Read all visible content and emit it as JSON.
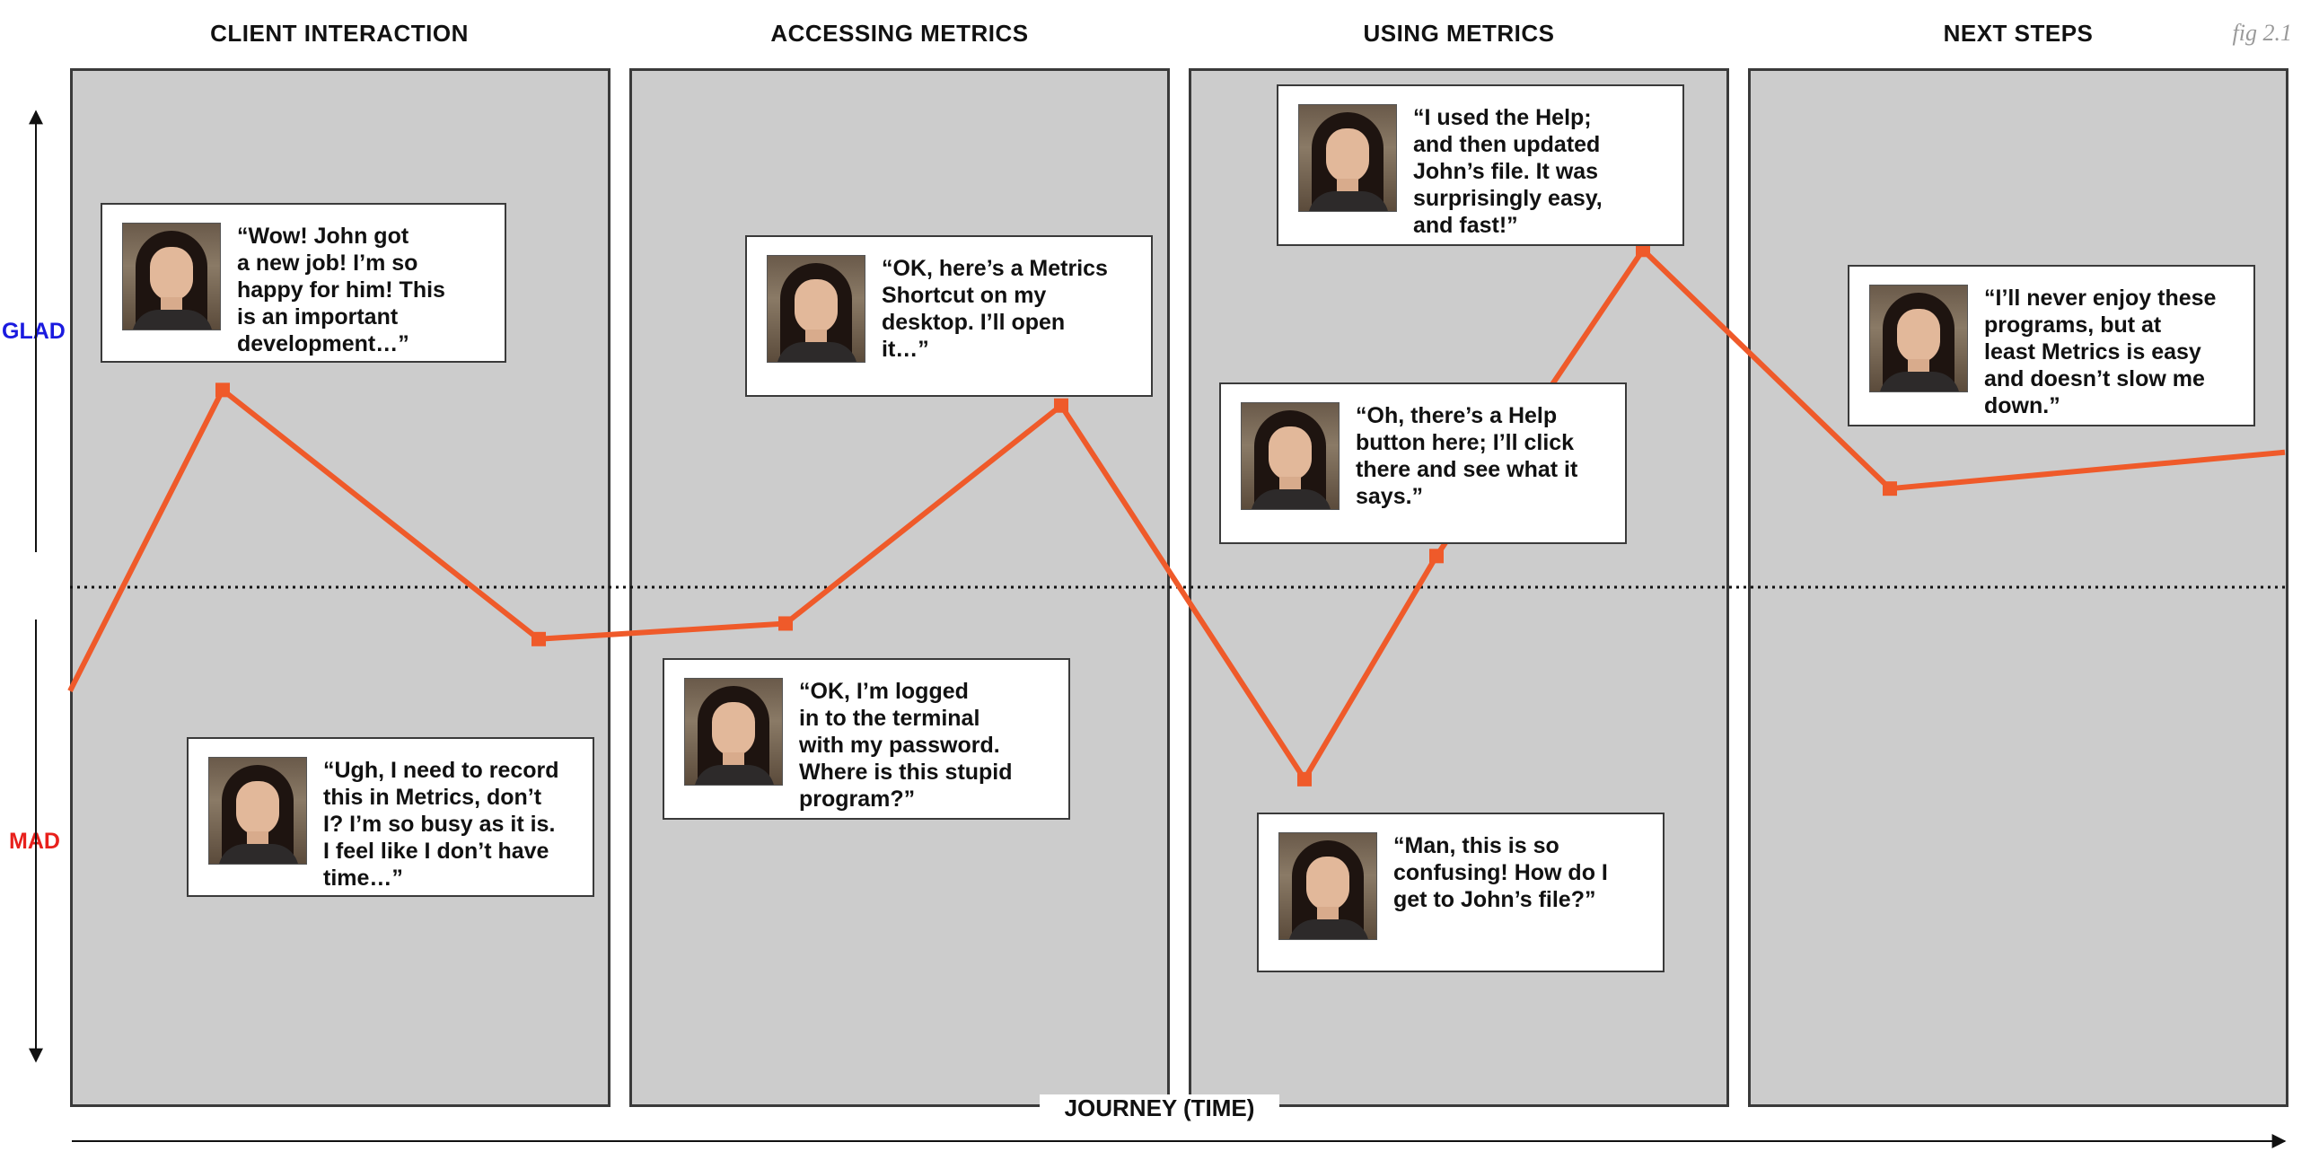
{
  "fig_label": "fig 2.1",
  "phases": [
    {
      "title": "CLIENT INTERACTION"
    },
    {
      "title": "ACCESSING METRICS"
    },
    {
      "title": "USING METRICS"
    },
    {
      "title": "NEXT STEPS"
    }
  ],
  "y_axis": {
    "top_label": "GLAD",
    "bottom_label": "MAD"
  },
  "x_axis": {
    "label": "JOURNEY (TIME)"
  },
  "quotes": [
    {
      "text": "“Wow! John got\na new job! I’m so\nhappy for him! This\nis  an important\ndevelopment…”"
    },
    {
      "text": "“Ugh, I need to record\nthis in Metrics, don’t\nI? I’m so busy as it is.\nI feel like I don’t have\ntime…”"
    },
    {
      "text": "“OK, I’m logged\nin to the terminal\nwith my password.\nWhere is this stupid\nprogram?”"
    },
    {
      "text": "“OK, here’s a Metrics\nShortcut on my\ndesktop. I’ll open\nit…”"
    },
    {
      "text": "“Man, this is so\nconfusing! How do I\nget to John’s file?”"
    },
    {
      "text": "“Oh, there’s a Help\nbutton here; I’ll click\nthere and see what it\nsays.”"
    },
    {
      "text": "“I used the Help;\nand then updated\nJohn’s file. It was\nsurprisingly easy,\nand fast!”"
    },
    {
      "text": "“I’ll never enjoy these\nprograms, but at\nleast Metrics is easy\nand doesn’t slow me\ndown.”"
    }
  ],
  "colors": {
    "line": "#ef5a2a",
    "glad": "#1a1adf",
    "mad": "#e8201c",
    "panel": "#cccccc"
  },
  "emotion_points": [
    -0.2,
    0.38,
    -0.1,
    -0.07,
    0.35,
    -0.37,
    0.06,
    0.65,
    0.19,
    0.26
  ],
  "emotion_range": [
    -1,
    1
  ]
}
